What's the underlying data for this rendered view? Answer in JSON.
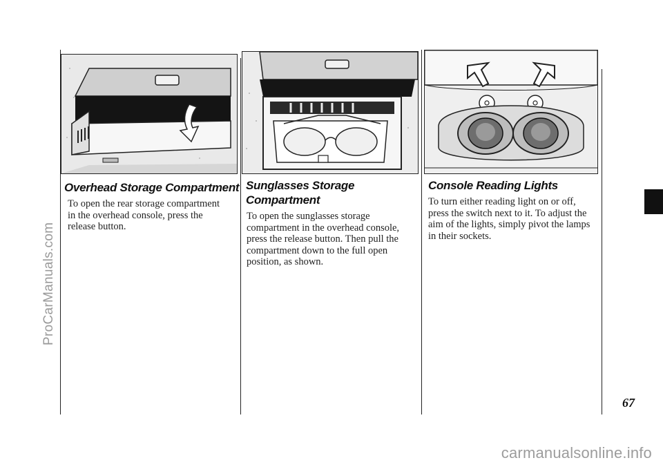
{
  "sections": [
    {
      "heading": "Overhead Storage Compartment",
      "body": "To open the rear storage compartment\nin the overhead console, press the\nrelease button."
    },
    {
      "heading": "Sunglasses Storage\nCompartment",
      "body": "To open the sunglasses storage\ncompartment in the overhead console,\npress the release button. Then pull the\ncompartment down to the full open\nposition, as shown."
    },
    {
      "heading": "Console Reading Lights",
      "body": "To turn either reading light on or off,\npress the switch next to it. To adjust the\naim of the lights, simply pivot the lamps\nin their sockets."
    }
  ],
  "page_number": "67",
  "side_watermark": "ProCarManuals.com",
  "footer_watermark": "carmanualsonline.info"
}
